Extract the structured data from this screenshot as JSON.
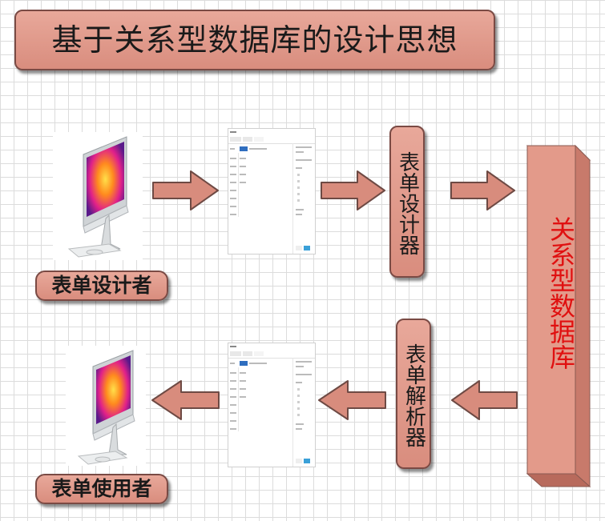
{
  "title": "基于关系型数据库的设计思想",
  "roles": {
    "designer": "表单设计者",
    "user": "表单使用者"
  },
  "processors": {
    "designer_tool": "表单设计器",
    "parser": "表单解析器"
  },
  "database": "关系型数据库",
  "colors": {
    "box_fill": "#e8a89a",
    "box_border": "#7a4a44",
    "db_label": "#e01010",
    "arrow_fill": "#d88c7d"
  },
  "icons": [
    "imac-computer-icon",
    "form-screenshot-icon",
    "arrow-right-icon",
    "arrow-left-icon",
    "database-block-icon"
  ]
}
